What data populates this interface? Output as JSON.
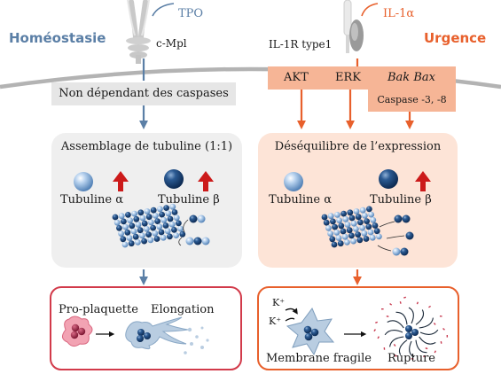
{
  "colors": {
    "homeostasis": "#5b7fa6",
    "emergency": "#e8602c",
    "gray_box": "#e6e6e6",
    "pathway_box": "#f6b596",
    "left_panel": "#efefef",
    "right_panel": "#fde4d7",
    "red_arrow": "#cc1a1a",
    "frame_red": "#d23a4a"
  },
  "icons": [
    "receptor-icon",
    "cytokine-icon",
    "tubulin-sphere-icon",
    "microtubule-icon",
    "proplatelet-icon",
    "star-cell-icon",
    "ruptured-cell-icon"
  ],
  "left": {
    "ligand": "TPO",
    "receptor": "c-Mpl",
    "heading": "Homéostasie",
    "caspase_box": "Non dépendant des caspases",
    "panel_title": "Assemblage de tubuline (1:1)",
    "alpha_label": "Tubuline α",
    "beta_label": "Tubuline β",
    "outcome_1": "Pro-plaquette",
    "outcome_2": "Elongation"
  },
  "right": {
    "ligand": "IL-1α",
    "receptor": "IL-1R type1",
    "heading": "Urgence",
    "pathways": [
      "AKT",
      "ERK",
      "Bak Bax"
    ],
    "caspase_box": "Caspase -3, -8",
    "panel_title": "Déséquilibre de l’expression",
    "alpha_label": "Tubuline α",
    "beta_label": "Tubuline β",
    "ions": [
      "K⁺",
      "K⁺"
    ],
    "outcome_1": "Membrane fragile",
    "outcome_2": "Rupture"
  }
}
